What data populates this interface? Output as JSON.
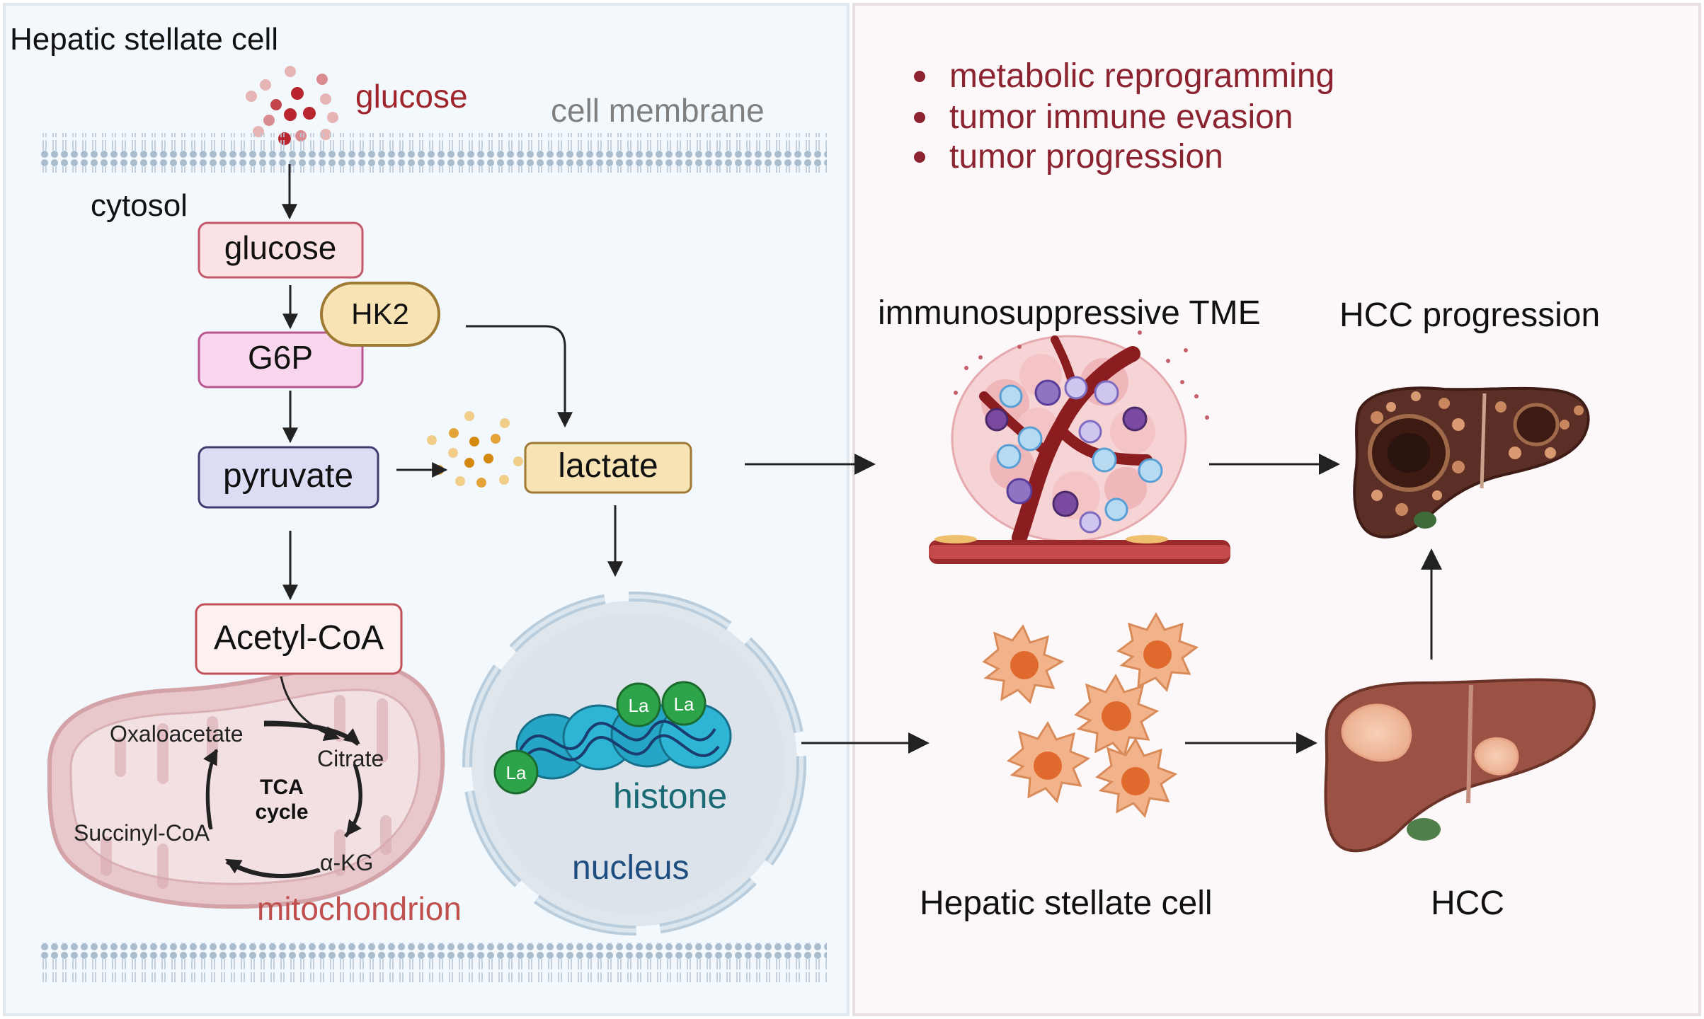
{
  "left_panel": {
    "title": "Hepatic stellate cell",
    "extracellular_glucose": "glucose",
    "membrane_label": "cell membrane",
    "cytosol_label": "cytosol",
    "nodes": {
      "glucose": "glucose",
      "hk2": "HK2",
      "g6p": "G6P",
      "pyruvate": "pyruvate",
      "lactate": "lactate",
      "acetyl_coa": "Acetyl-CoA"
    },
    "tca": {
      "oxaloacetate": "Oxaloacetate",
      "citrate": "Citrate",
      "cycle_line1": "TCA",
      "cycle_line2": "cycle",
      "succinyl_coa": "Succinyl-CoA",
      "akg": "α-KG",
      "organelle": "mitochondrion"
    },
    "nucleus": {
      "lactyl_mark": "La",
      "histone": "histone",
      "nucleus": "nucleus"
    }
  },
  "right_panel": {
    "bullets": [
      "metabolic reprogramming",
      "tumor immune evasion",
      "tumor progression"
    ],
    "tme_label": "immunosuppressive TME",
    "progression_label": "HCC progression",
    "hsc_label": "Hepatic stellate cell",
    "hcc_label": "HCC"
  },
  "colors": {
    "left_bg": "#f3f8fc",
    "right_bg": "#fcf8fa",
    "glucose_text": "#a0262c",
    "bullet_text": "#8b2330",
    "histone_text": "#1a6b75",
    "nucleus_text": "#1f4f80",
    "mito_text": "#c0504d",
    "membrane": "#9fb5c8"
  }
}
